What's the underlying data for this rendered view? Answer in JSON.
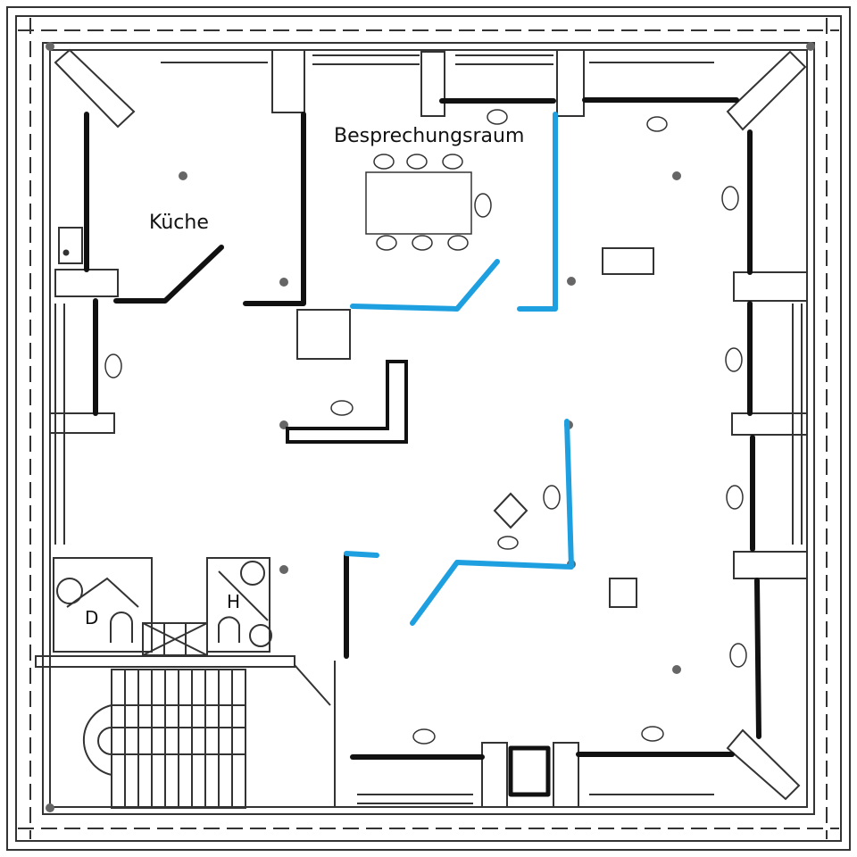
{
  "rooms": {
    "meeting": "Besprechungsraum",
    "kitchen": "Küche",
    "wc_women": "D",
    "wc_men": "H"
  },
  "colors": {
    "existing_wall": "#111111",
    "new_wall": "#1ea0e0",
    "sketch": "#333333"
  }
}
